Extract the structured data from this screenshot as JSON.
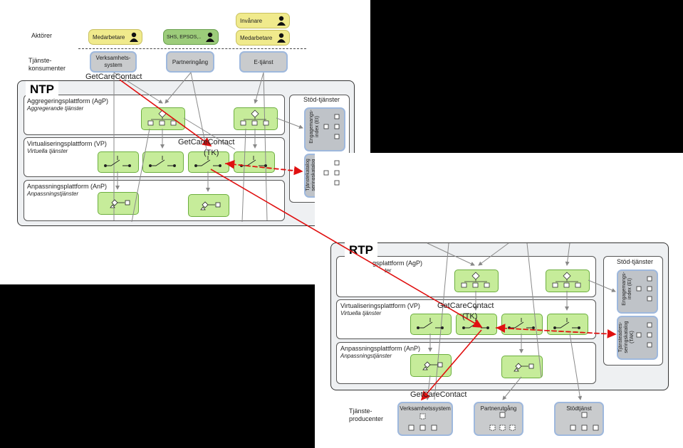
{
  "top": {
    "title": "NTP",
    "actors_label": "Aktörer",
    "consumers_label": "Tjänste-\nkonsumenter",
    "actors": [
      "Medarbetare",
      "SHS, EPSOS,..",
      "Invånare",
      "Medarbetare"
    ],
    "consumers": [
      "Verksamhets-\nsystem",
      "Partneringång",
      "E-tjänst"
    ],
    "agp": {
      "title": "Aggregeringsplattform (AgP)",
      "subtitle": "Aggregerande tjänster"
    },
    "vp": {
      "title": "Virtualiseringsplattform (VP)",
      "subtitle": "Virtuella tjänster"
    },
    "anp": {
      "title": "Anpassningsplattform (AnP)",
      "subtitle": "Anpassningstjänster"
    },
    "support_title": "Stöd-tjänster",
    "support_items": [
      "Engagemangs-\nindex (EI)",
      "Tjänstekatalog\nseringskatalog\n(TAK)"
    ]
  },
  "bottom": {
    "title": "RTP",
    "agp": {
      "title": "gsplattform (AgP)",
      "subtitle": "ter"
    },
    "vp": {
      "title": "Virtualiseringsplattform (VP)",
      "subtitle": "Virtuella tjänster"
    },
    "anp": {
      "title": "Anpassningsplattform (AnP)",
      "subtitle": "Anpassningstjänster"
    },
    "support_title": "Stöd-tjänster",
    "support_items": [
      "Engagemangs-\nindex (EI)",
      "Tjänsteadres-\nseringskatalog\n(TAK)"
    ],
    "producers_label": "Tjänste-\nproducenter",
    "producers": [
      "Verksamhetssystem",
      "Partnerutgång",
      "Stödtjänst"
    ]
  },
  "annotations": {
    "call1": "GetCareContact",
    "call2": "GetCareContact",
    "call2_sub": "(TK)",
    "call3": "GetCareContact",
    "call3_sub": "(TK)",
    "call4": "GetCareContact"
  },
  "colors": {
    "arrow": "#e01010",
    "green": "#c6ec9a",
    "grey_node": "#c9cbcd"
  }
}
